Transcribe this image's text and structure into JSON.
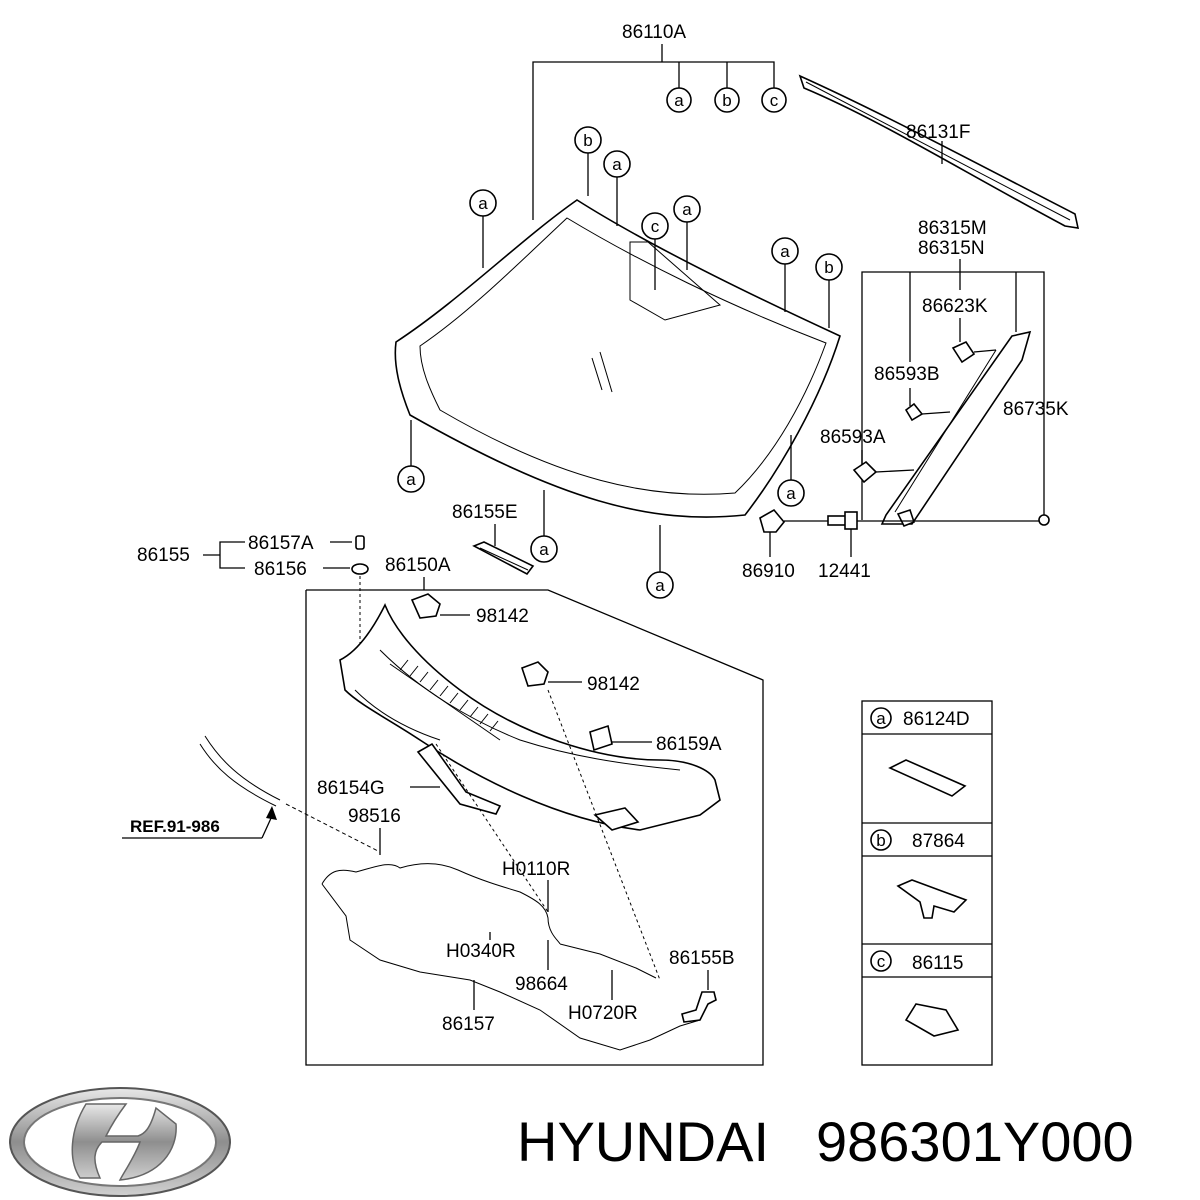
{
  "labels": {
    "p86110A": "86110A",
    "p86131F": "86131F",
    "p86315M": "86315M",
    "p86315N": "86315N",
    "p86623K": "86623K",
    "p86593B": "86593B",
    "p86735K": "86735K",
    "p86593A": "86593A",
    "p86910": "86910",
    "p12441": "12441",
    "p86155E": "86155E",
    "p86155": "86155",
    "p86157A": "86157A",
    "p86156": "86156",
    "p86150A": "86150A",
    "p98142a": "98142",
    "p98142b": "98142",
    "p86159A": "86159A",
    "p86154G": "86154G",
    "p98516": "98516",
    "pH0110R": "H0110R",
    "pH0340R": "H0340R",
    "p98664": "98664",
    "p86155B": "86155B",
    "pH0720R": "H0720R",
    "p86157": "86157",
    "ref": "REF.91-986"
  },
  "markers": {
    "a": "a",
    "b": "b",
    "c": "c"
  },
  "legend": [
    {
      "marker": "a",
      "part": "86124D"
    },
    {
      "marker": "b",
      "part": "87864"
    },
    {
      "marker": "c",
      "part": "86115"
    }
  ],
  "brand": "HYUNDAI",
  "part_number": "986301Y000"
}
